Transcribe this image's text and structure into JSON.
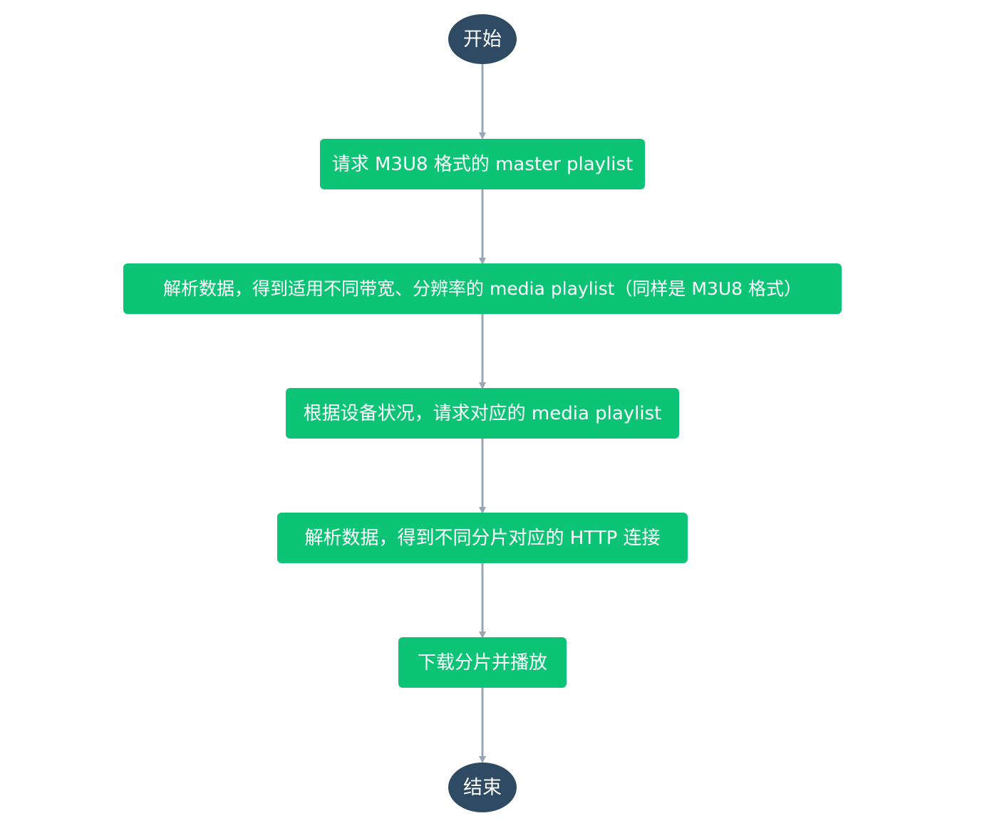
{
  "diagram": {
    "type": "flowchart",
    "colors": {
      "terminal_fill": "#2f4b63",
      "process_fill": "#0dc476",
      "node_text": "#ffffff",
      "connector": "#99a6b3"
    },
    "nodes": [
      {
        "id": "start",
        "kind": "terminal",
        "label": "开始"
      },
      {
        "id": "step1",
        "kind": "process",
        "label": "请求 M3U8 格式的 master playlist"
      },
      {
        "id": "step2",
        "kind": "process",
        "label": "解析数据，得到适用不同带宽、分辨率的 media playlist（同样是 M3U8 格式）"
      },
      {
        "id": "step3",
        "kind": "process",
        "label": "根据设备状况，请求对应的 media playlist"
      },
      {
        "id": "step4",
        "kind": "process",
        "label": "解析数据，得到不同分片对应的 HTTP 连接"
      },
      {
        "id": "step5",
        "kind": "process",
        "label": "下载分片并播放"
      },
      {
        "id": "end",
        "kind": "terminal",
        "label": "结束"
      }
    ],
    "edges": [
      {
        "from": "start",
        "to": "step1"
      },
      {
        "from": "step1",
        "to": "step2"
      },
      {
        "from": "step2",
        "to": "step3"
      },
      {
        "from": "step3",
        "to": "step4"
      },
      {
        "from": "step4",
        "to": "step5"
      },
      {
        "from": "step5",
        "to": "end"
      }
    ]
  }
}
